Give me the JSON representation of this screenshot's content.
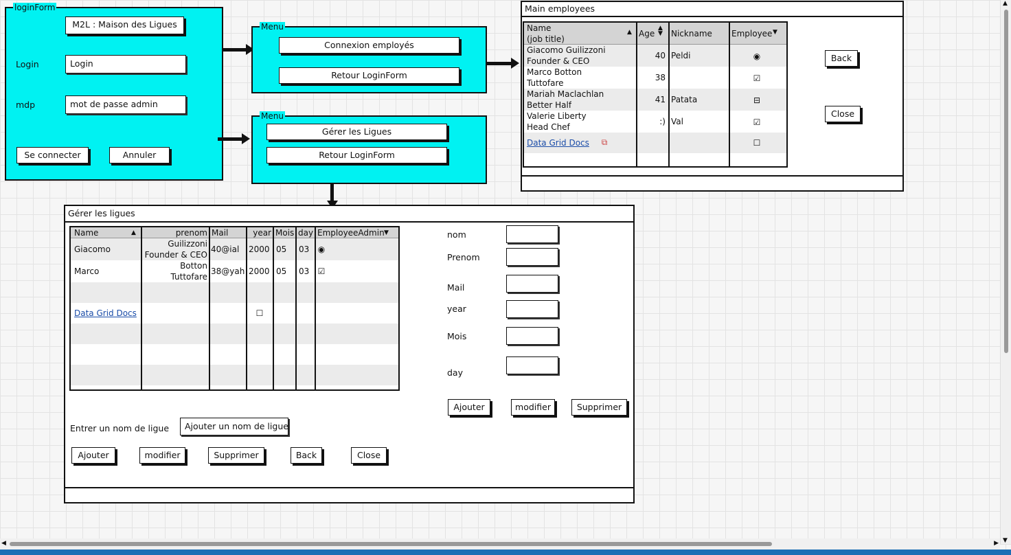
{
  "login": {
    "title": "loginForm",
    "app_name": "M2L : Maison des Ligues",
    "login_label": "Login",
    "login_value": "Login",
    "mdp_label": "mdp",
    "mdp_value": "mot de passe admin",
    "connect": "Se connecter",
    "cancel": "Annuler"
  },
  "menu1": {
    "title": "Menu",
    "btn1": "Connexion employés",
    "btn2": "Retour LoginForm"
  },
  "menu2": {
    "title": "Menu",
    "btn1": "Gérer les Ligues",
    "btn2": "Retour LoginForm"
  },
  "employees": {
    "title": "Main employees",
    "headers": {
      "name1": "Name",
      "name2": "(job title)",
      "age": "Age",
      "nickname": "Nickname",
      "employee": "Employee"
    },
    "rows": [
      {
        "name": "Giacomo Guilizzoni",
        "title": "Founder & CEO",
        "age": "40",
        "nick": "Peldi",
        "emp": "radio-on-icon"
      },
      {
        "name": "Marco Botton",
        "title": "Tuttofare",
        "age": "38",
        "nick": "",
        "emp": "checkbox-checked-icon"
      },
      {
        "name": "Mariah Maclachlan",
        "title": "Better Half",
        "age": "41",
        "nick": "Patata",
        "emp": "checkbox-indeterminate-icon"
      },
      {
        "name": "Valerie Liberty",
        "title": "Head Chef",
        "age": ":)",
        "nick": "Val",
        "emp": "checkbox-checked-icon"
      }
    ],
    "link": "Data Grid Docs",
    "back": "Back",
    "close": "Close"
  },
  "ligues": {
    "title": "Gérer les ligues",
    "headers": {
      "name": "Name",
      "prenom": "prenom",
      "mail": "Mail",
      "year": "year",
      "mois": "Mois",
      "day": "day",
      "admin": "EmployeeAdmin"
    },
    "rows": [
      {
        "name": "Giacomo",
        "prenom1": "Guilizzoni",
        "prenom2": "Founder & CEO",
        "mail": "40@ial",
        "year": "2000",
        "mois": "05",
        "day": "03",
        "admin": "radio-on-icon"
      },
      {
        "name": "Marco",
        "prenom1": "Botton",
        "prenom2": "Tuttofare",
        "mail": "38@yah",
        "year": "2000",
        "mois": "05",
        "day": "03",
        "admin": "checkbox-checked-icon"
      }
    ],
    "link": "Data Grid Docs",
    "form_labels": {
      "nom": "nom",
      "prenom": "Prenom",
      "mail": "Mail",
      "year": "year",
      "mois": "Mois",
      "day": "day"
    },
    "form_buttons": {
      "add": "Ajouter",
      "edit": "modifier",
      "delete": "Supprimer"
    },
    "entrer_label": "Entrer un nom de ligue",
    "entrer_value": "Ajouter un nom de ligue",
    "bottom_buttons": {
      "add": "Ajouter",
      "edit": "modifier",
      "delete": "Supprimer",
      "back": "Back",
      "close": "Close"
    }
  },
  "colors": {
    "panel": "#00f2f2",
    "link": "#1a4ca8",
    "grid_header": "#d4d4d4",
    "taskbar": "#1c6fb5"
  }
}
